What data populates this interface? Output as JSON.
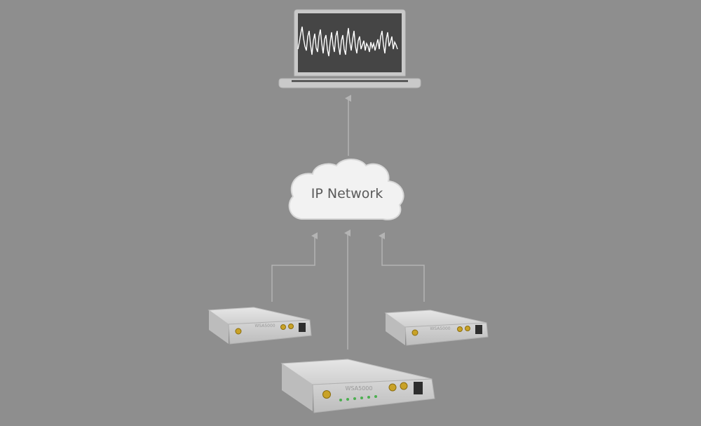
{
  "network": {
    "label": "IP Network"
  },
  "devices": [
    {
      "id": "left",
      "model": "WSA5000"
    },
    {
      "id": "right",
      "model": "WSA5000"
    },
    {
      "id": "front",
      "model": "WSA5000"
    }
  ],
  "colors": {
    "background": "#8e8e8e",
    "connector": "#b4b4b4",
    "cloud_fill": "#f2f2f2",
    "device_body": "#d9d9d9",
    "connector_gold": "#c9a227",
    "led_green": "#4caf50",
    "screen": "#444444",
    "waveform": "#ffffff"
  },
  "icons": {
    "laptop": "laptop-icon",
    "cloud": "cloud-icon",
    "device": "spectrum-analyzer-device-icon"
  }
}
